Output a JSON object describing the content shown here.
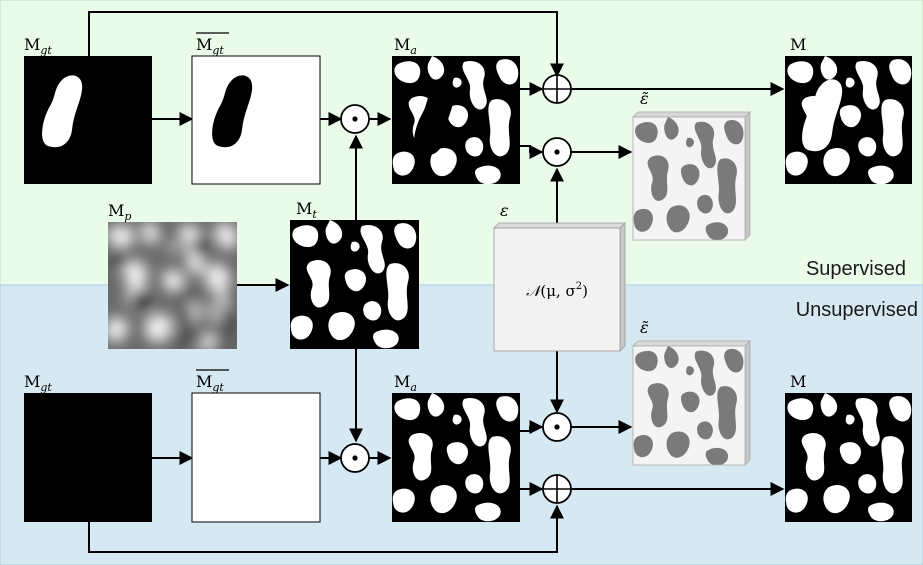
{
  "regions": {
    "supervised": {
      "label": "Supervised",
      "color": "#eafbea"
    },
    "unsupervised": {
      "label": "Unsupervised",
      "color": "#d6e9f3"
    }
  },
  "labels": {
    "mgt_base": "M",
    "mgt_sub": "gt",
    "mp_base": "M",
    "mp_sub": "p",
    "mt_base": "M",
    "mt_sub": "t",
    "ma_base": "M",
    "ma_sub": "a",
    "m": "M",
    "epsilon": "ε",
    "epsilon_tilde": "ε̃",
    "noise_fn": "𝒩",
    "noise_args": "(μ, σ",
    "noise_sq": "2",
    "noise_close": ")"
  },
  "operators": {
    "mult": "hadamard-product-icon",
    "add": "direct-sum-icon"
  }
}
